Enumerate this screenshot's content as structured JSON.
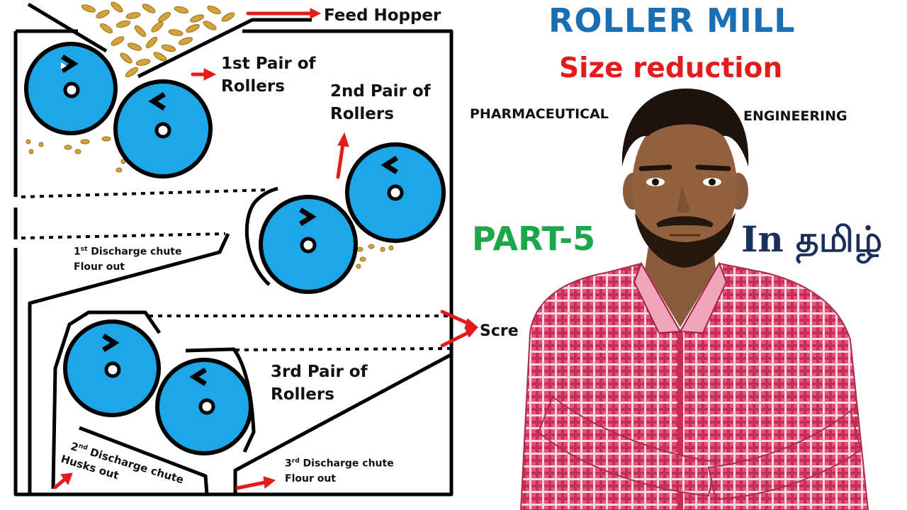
{
  "diagram": {
    "labels": {
      "feed_hopper": "Feed Hopper",
      "pair1_line1": "1st Pair of",
      "pair1_line2": "Rollers",
      "pair2_line1": "2nd Pair of",
      "pair2_line2": "Rollers",
      "pair3_line1": "3rd Pair of",
      "pair3_line2": "Rollers",
      "chute1_num": "1",
      "chute1_sup": "st",
      "chute1_name": " Discharge chute",
      "chute1_line2": "Flour out",
      "chute2_num": "2",
      "chute2_sup": "nd",
      "chute2_name": " Discharge chute",
      "chute2_line2": "Husks out",
      "chute3_num": "3",
      "chute3_sup": "rd",
      "chute3_name": " Discharge chute",
      "chute3_line2": "Flour out",
      "screen": "Scre"
    },
    "colors": {
      "roller": "#1ea7e8",
      "outline": "#000000",
      "arrow": "#e31b1b",
      "grain": "#d4a23a"
    }
  },
  "title": {
    "main": "ROLLER MILL",
    "sub": "Size reduction",
    "left_tag": "PHARMACEUTICAL",
    "right_tag": "ENGINEERING",
    "part": "PART-5",
    "language": "In தமிழ்",
    "colors": {
      "main": "#1a6fb3",
      "sub": "#e31b1b",
      "part": "#1da64a",
      "language": "#1a2f5c"
    }
  },
  "presenter": {
    "shirt_color": "#d9405e"
  }
}
